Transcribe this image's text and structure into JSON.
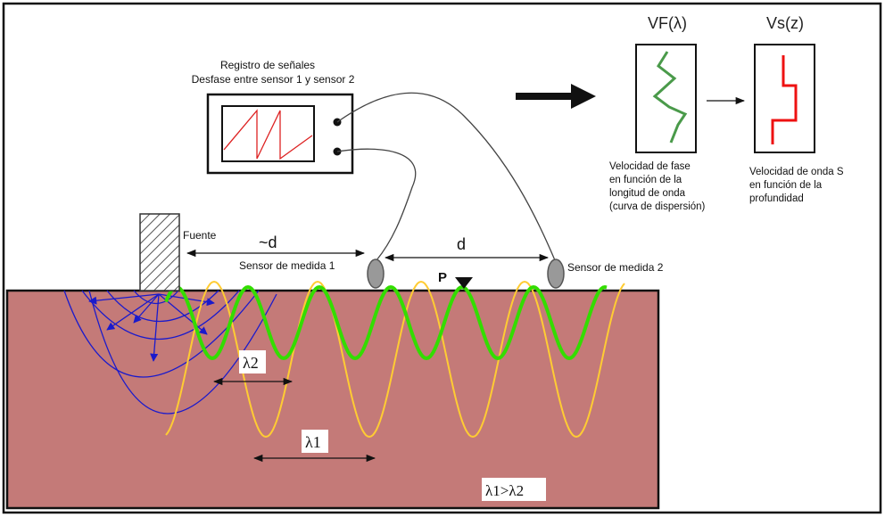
{
  "recorder": {
    "title_line1": "Registro de señales",
    "title_line2": "Desfase entre sensor 1 y sensor 2"
  },
  "source": {
    "label": "Fuente"
  },
  "distances": {
    "approx_d": "~d",
    "d": "d"
  },
  "sensors": {
    "sensor1": "Sensor de medida 1",
    "sensor2": "Sensor de medida 2"
  },
  "point": {
    "label": "P"
  },
  "wavelengths": {
    "lambda2": "λ2",
    "lambda1": "λ1",
    "relation": "λ1>λ2"
  },
  "phase_velocity": {
    "title": "VF(λ)",
    "desc_line1": "Velocidad de fase",
    "desc_line2": "en función de la",
    "desc_line3": "longitud de onda",
    "desc_line4": "(curva de dispersión)"
  },
  "shear_velocity": {
    "title": "Vs(z)",
    "desc_line1": "Velocidad de onda S",
    "desc_line2": "en función de la",
    "desc_line3": "profundidad"
  },
  "colors": {
    "ground": "#c47a78",
    "ground_border": "#111111",
    "short_wave": "#33dd00",
    "long_wave": "#ffcc33",
    "body_waves": "#1a1acc",
    "recorder_trace": "#dd2222",
    "dispersion_curve": "#4a9a4a",
    "vs_profile": "#ee1111"
  }
}
